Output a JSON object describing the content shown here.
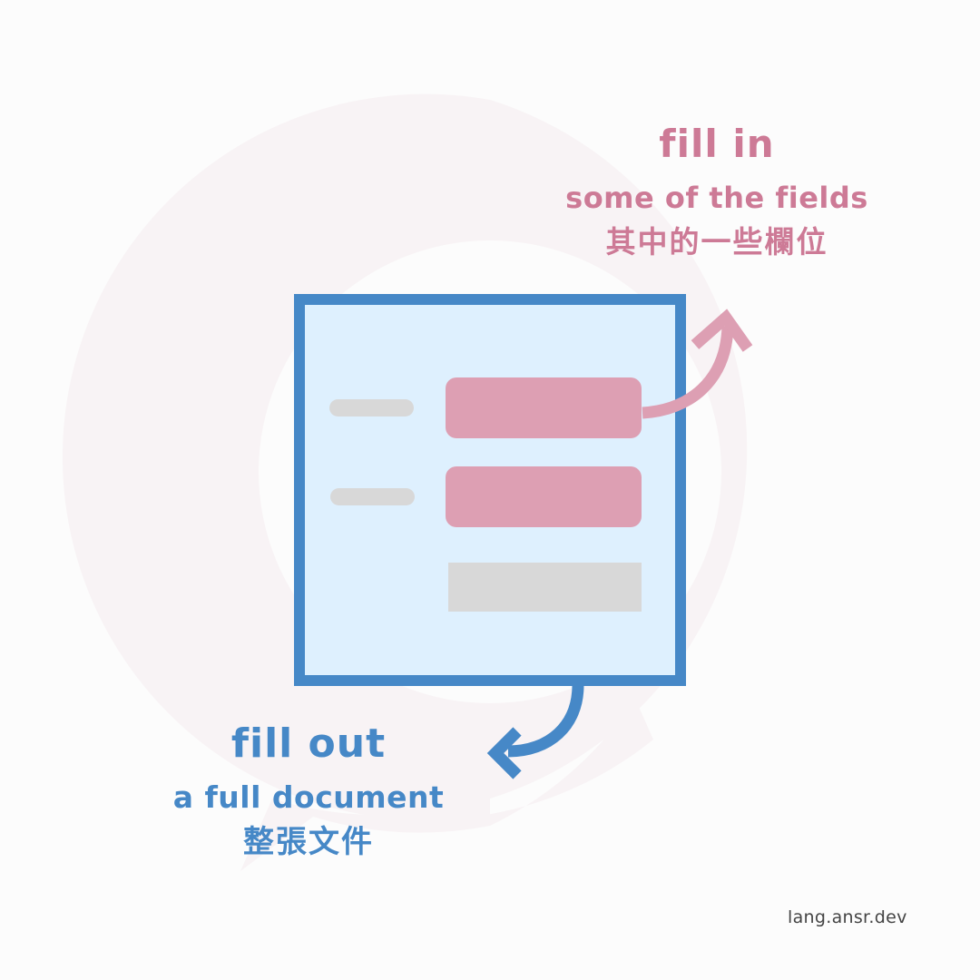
{
  "labels": {
    "fill_in": {
      "title": "fill in",
      "subtitle": "some of the fields",
      "chinese": "其中的一些欄位",
      "color": "#cd7a96"
    },
    "fill_out": {
      "title": "fill out",
      "subtitle": "a full document",
      "chinese": "整張文件",
      "color": "#4688c7"
    }
  },
  "document": {
    "border_color": "#4688c7",
    "background": "#def0fe",
    "fields": [
      {
        "label": "label-placeholder",
        "input_color": "#dd9fb3",
        "highlighted": true
      },
      {
        "label": "label-placeholder",
        "input_color": "#dd9fb3",
        "highlighted": false
      },
      {
        "label": "",
        "input_color": "#d8d8d8",
        "highlighted": false
      }
    ]
  },
  "footer": {
    "site": "lang.ansr.dev"
  }
}
